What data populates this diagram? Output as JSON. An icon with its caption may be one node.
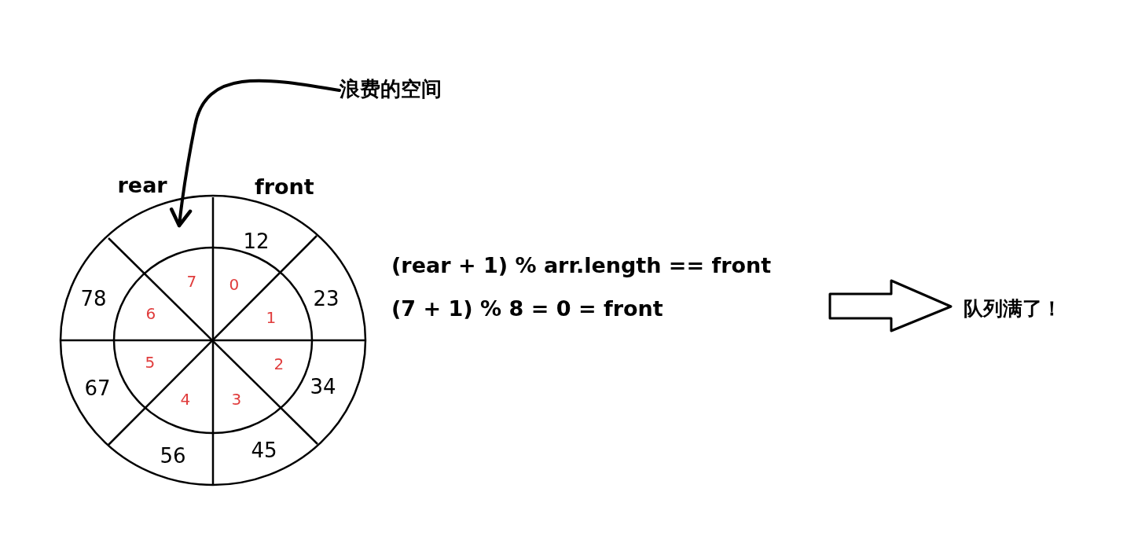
{
  "diagram": {
    "nodes": [
      {
        "text": [
          "浪费的空间"
        ]
      },
      {
        "text": [
          "(rear + 1) % arr.length == front",
          "(7 + 1) % 8 = 0 = front"
        ]
      },
      {
        "text": [
          "队列满了！"
        ]
      }
    ],
    "edges": [
      {
        "from": 0,
        "to": null,
        "arrow": "to"
      },
      {
        "from": 1,
        "to": 2,
        "arrow": "to"
      }
    ],
    "labels": [
      "rear",
      "front",
      "12",
      "7",
      "0",
      "78",
      "23",
      "6",
      "1",
      "5",
      "2",
      "67",
      "34",
      "4",
      "3",
      "56",
      "45"
    ]
  }
}
